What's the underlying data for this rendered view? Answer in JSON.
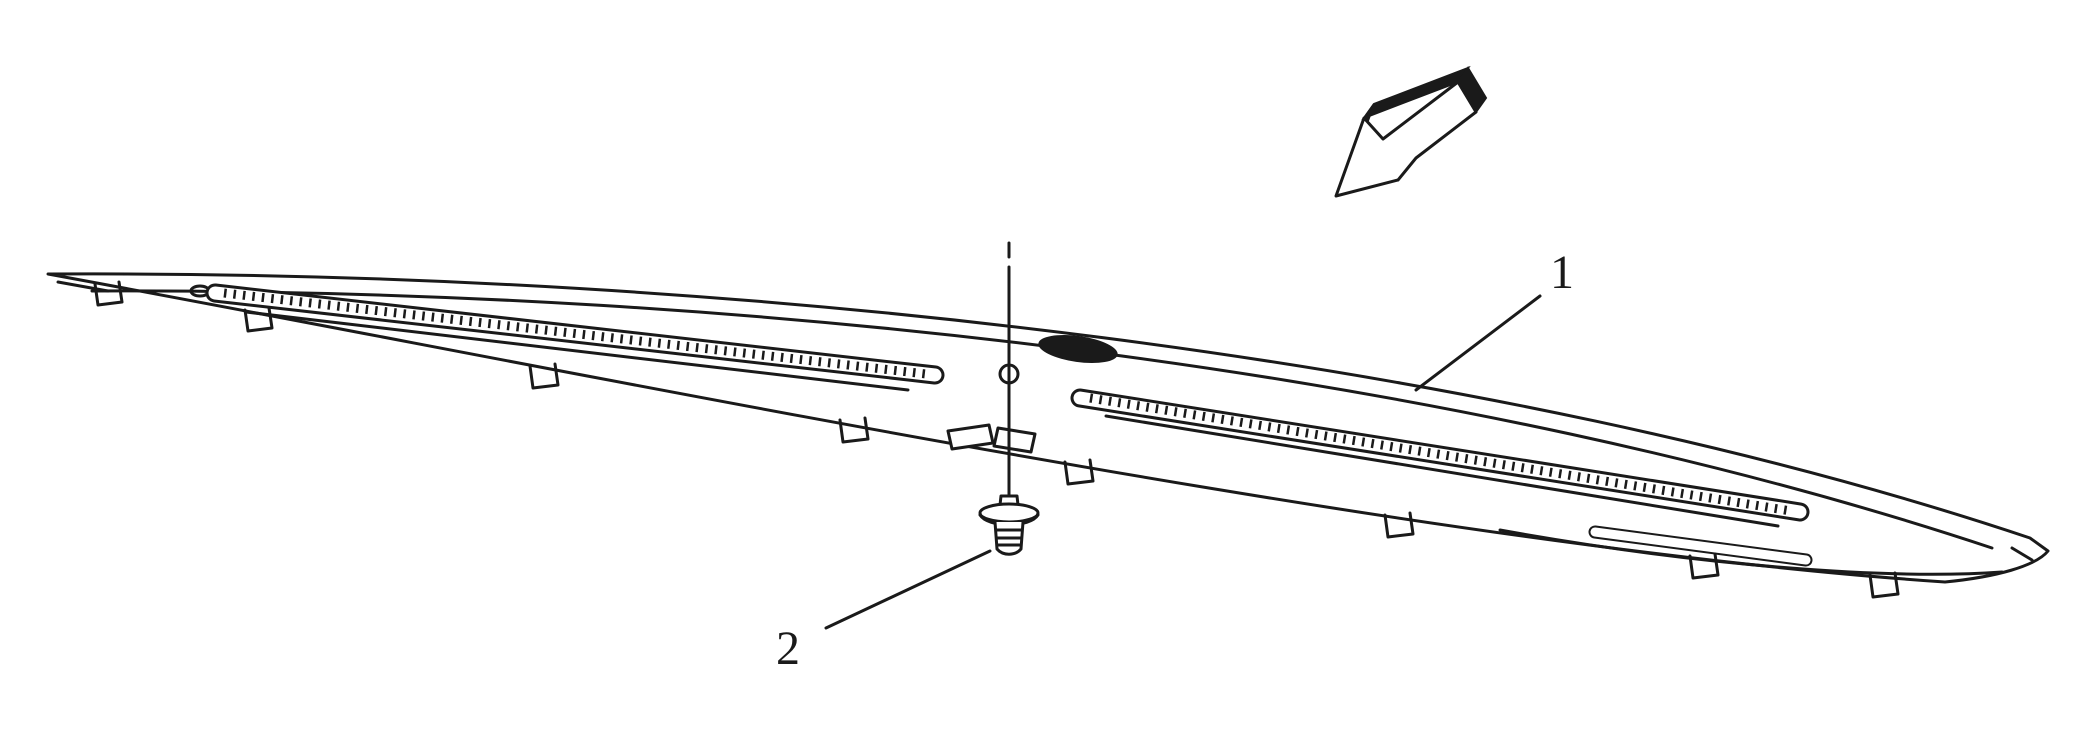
{
  "diagram": {
    "type": "parts-line-art",
    "background_color": "#ffffff",
    "line_color": "#1a1a1a",
    "callouts": [
      {
        "label": "1"
      },
      {
        "label": "2"
      }
    ]
  }
}
